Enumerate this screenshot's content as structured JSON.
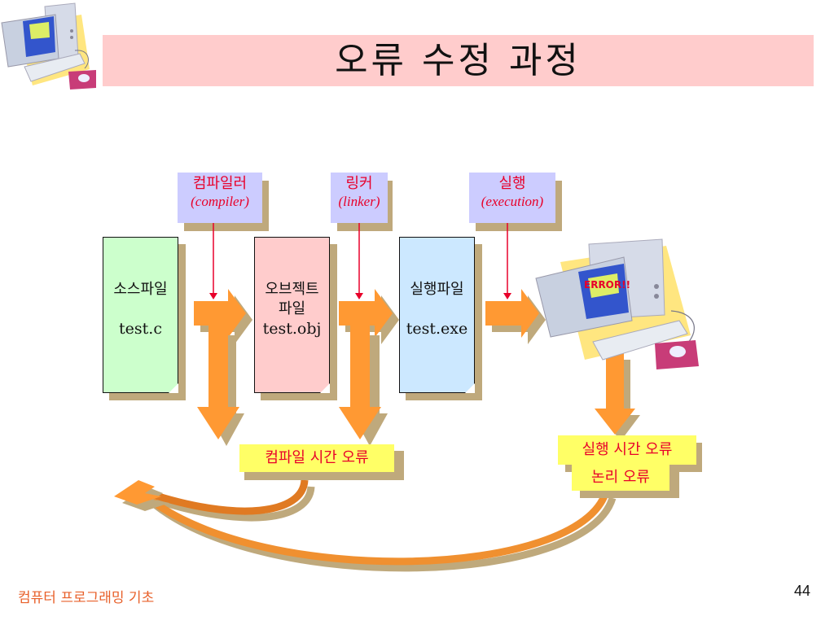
{
  "slide": {
    "title": "오류 수정 과정",
    "footer": "컴퓨터 프로그래밍 기초",
    "page_number": "44"
  },
  "tools": [
    {
      "korean": "컴파일러",
      "english": "(compiler)"
    },
    {
      "korean": "링커",
      "english": "(linker)"
    },
    {
      "korean": "실행",
      "english": "(execution)"
    }
  ],
  "files": [
    {
      "lines": [
        "소스파일",
        "",
        "test.c"
      ],
      "color": "#ccffcc"
    },
    {
      "lines": [
        "오브젝트",
        "파일",
        "test.obj"
      ],
      "color": "#ffcccc"
    },
    {
      "lines": [
        "실행파일",
        "",
        "test.exe"
      ],
      "color": "#cce8ff"
    }
  ],
  "computer": {
    "screen_text": "ERROR!!"
  },
  "errors": {
    "compile_time": "컴파일 시간 오류",
    "runtime": "실행 시간 오류",
    "logic": "논리 오류"
  },
  "colors": {
    "arrow": "#ff9933",
    "shadow": "#bfa97c",
    "label_text": "#e8002a",
    "title_bg": "#ffcccc",
    "result_bg": "#ffff66",
    "tool_bg": "#ccccff"
  }
}
